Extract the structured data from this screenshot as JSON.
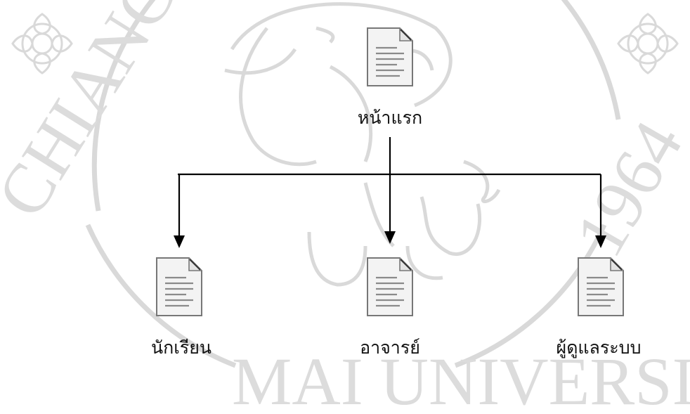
{
  "root": {
    "label": "หน้าแรก"
  },
  "children": [
    {
      "label": "นักเรียน"
    },
    {
      "label": "อาจารย์"
    },
    {
      "label": "ผู้ดูแลระบบ"
    }
  ],
  "watermark": {
    "letters_left": "CHIANG",
    "letters_bottom": "MAI UNIVERSITY",
    "year": "1964"
  },
  "icon": "document-page-icon",
  "colors": {
    "line": "#000000",
    "watermark": "#d9d9d9",
    "icon_fill": "#f2f2f2"
  }
}
